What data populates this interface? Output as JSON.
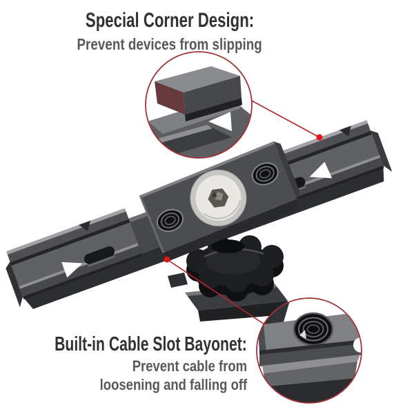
{
  "annotations": {
    "top_callout": {
      "heading": "Special Corner Design:",
      "subheading": "Prevent devices from slipping"
    },
    "bottom_callout": {
      "heading": "Built-in Cable Slot Bayonet:",
      "subheading_line1": "Prevent cable from",
      "subheading_line2": "loosening and falling off"
    }
  },
  "colors": {
    "background": "#ffffff",
    "heading_dark": "#303134",
    "subtext_gray": "#59595b",
    "ring_red": "#a33236",
    "line_red": "#b5242a",
    "dot_red": "#e41414",
    "metal_light": "#a2a3a6",
    "metal_base": "#47484b",
    "metal_dark": "#2d2e31",
    "knob_black": "#1d1e21",
    "washer_silver": "#e9e8e4"
  }
}
